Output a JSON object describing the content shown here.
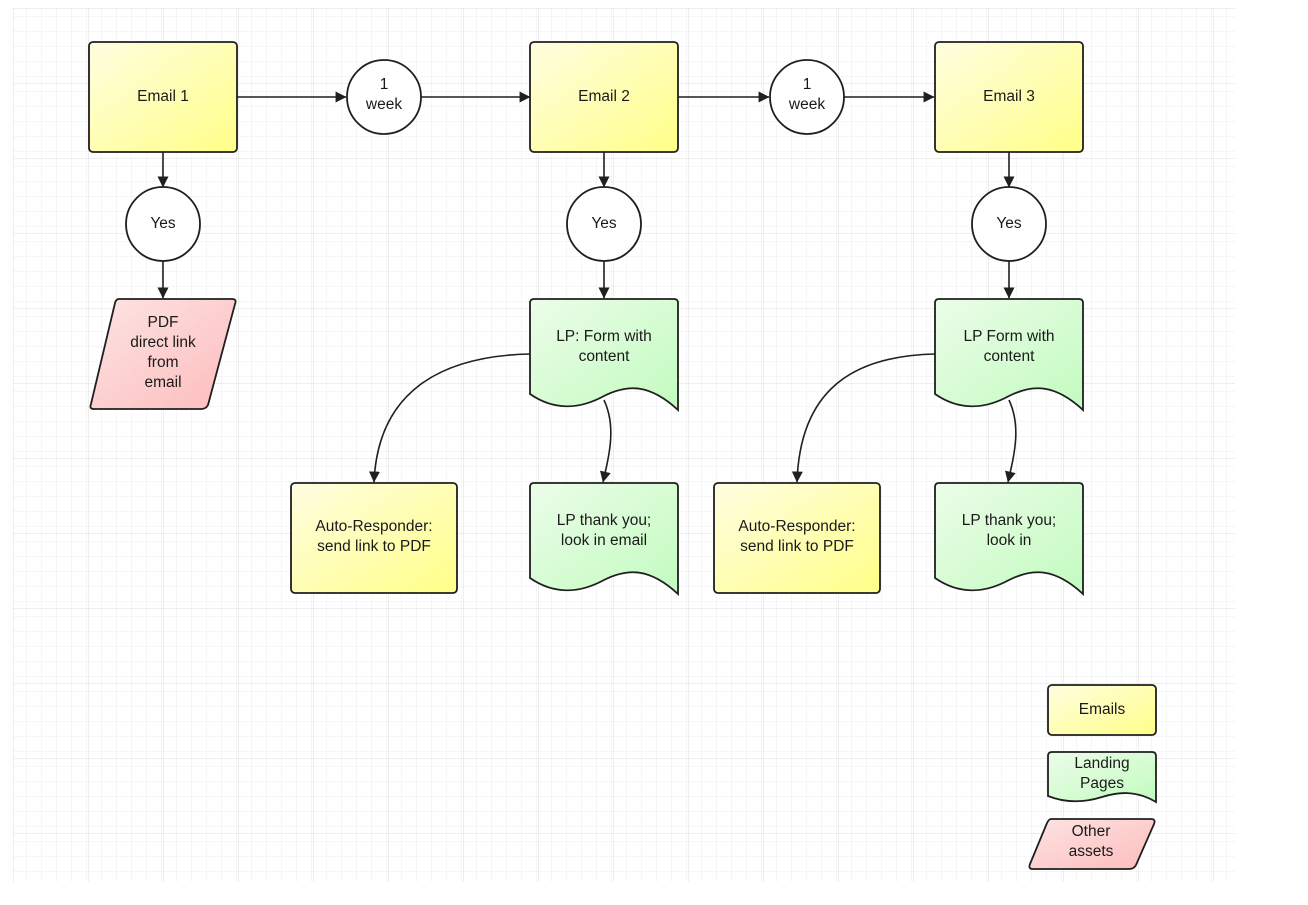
{
  "colors": {
    "email_fill_light": "#fffde0",
    "email_fill_dark": "#ffff88",
    "landing_fill_light": "#ecfde9",
    "landing_fill_dark": "#c2fbbf",
    "other_fill_light": "#fde4e4",
    "other_fill_dark": "#fdbcbc",
    "stroke": "#1f1f1f",
    "grid_minor": "#ececec",
    "grid_major": "#dcdcdc"
  },
  "nodes": {
    "email1": {
      "lines": [
        "Email 1"
      ]
    },
    "email2": {
      "lines": [
        "Email 2"
      ]
    },
    "email3": {
      "lines": [
        "Email 3"
      ]
    },
    "wait1": {
      "lines": [
        "1",
        "week"
      ]
    },
    "wait2": {
      "lines": [
        "1",
        "week"
      ]
    },
    "yes1": {
      "lines": [
        "Yes"
      ]
    },
    "yes2": {
      "lines": [
        "Yes"
      ]
    },
    "yes3": {
      "lines": [
        "Yes"
      ]
    },
    "pdf1": {
      "lines": [
        "PDF",
        "direct link",
        "from",
        "email"
      ]
    },
    "lp2": {
      "lines": [
        "LP: Form with",
        "content"
      ]
    },
    "lp3": {
      "lines": [
        "LP Form with",
        "content"
      ]
    },
    "ar2": {
      "lines": [
        "Auto-Responder:",
        "send link to PDF"
      ]
    },
    "ar3": {
      "lines": [
        "Auto-Responder:",
        "send link to PDF"
      ]
    },
    "ty2": {
      "lines": [
        "LP thank you;",
        "look in email"
      ]
    },
    "ty3": {
      "lines": [
        "LP thank you;",
        "look in"
      ]
    }
  },
  "legend": {
    "emails": {
      "lines": [
        "Emails"
      ]
    },
    "landing": {
      "lines": [
        "Landing",
        "Pages"
      ]
    },
    "other": {
      "lines": [
        "Other",
        "assets"
      ]
    }
  }
}
